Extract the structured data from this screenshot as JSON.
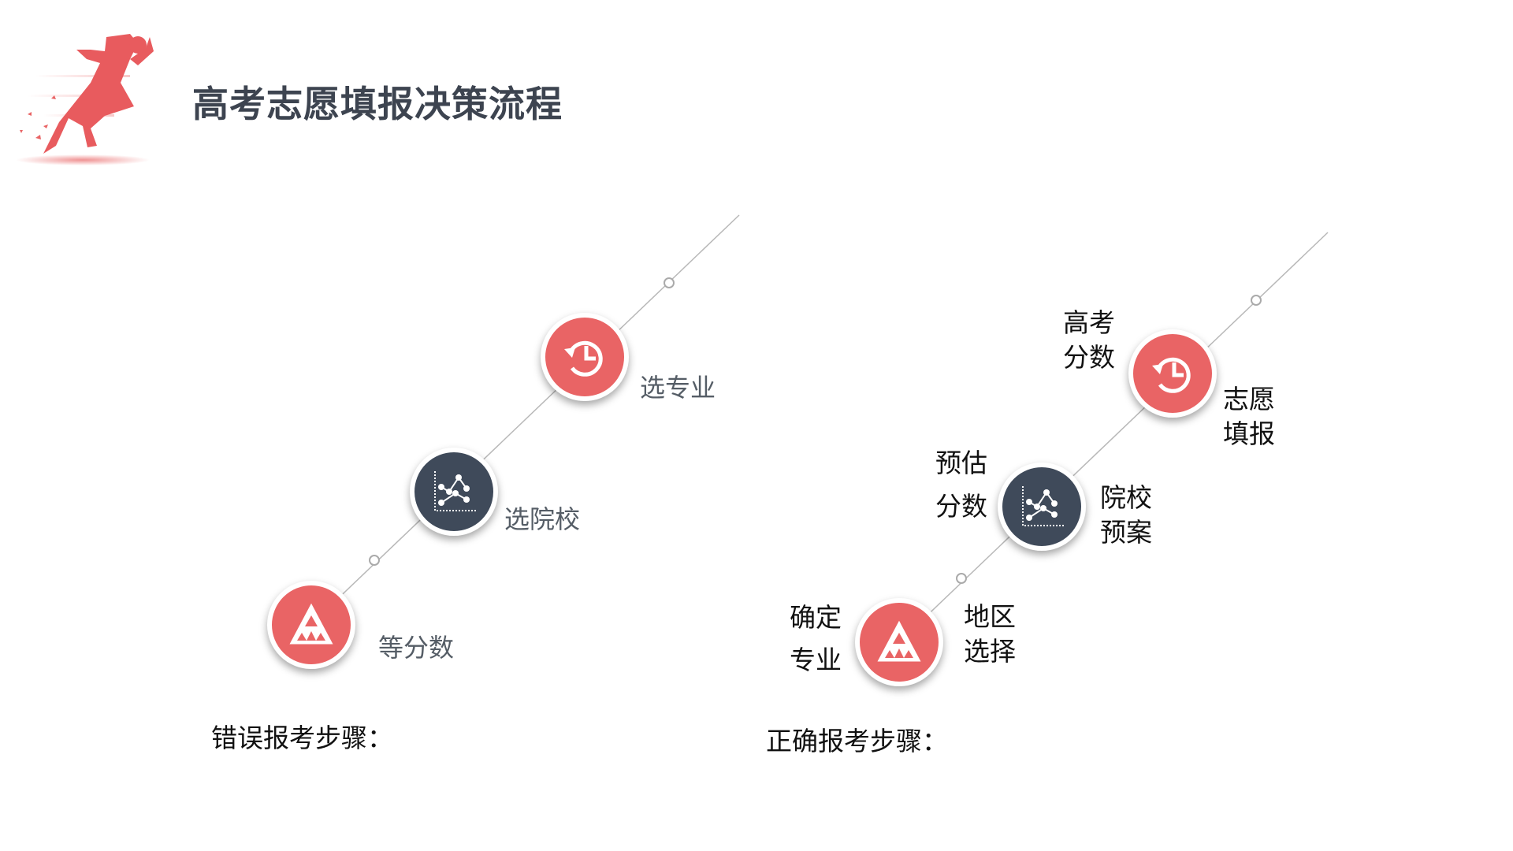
{
  "title": "高考志愿填报决策流程",
  "colors": {
    "accent": "#e96465",
    "dark": "#3f4a5a",
    "title": "#3d4450"
  },
  "wrong": {
    "caption": "错误报考步骤：",
    "steps": [
      {
        "label": "选专业",
        "icon": "clock-history-icon"
      },
      {
        "label": "选院校",
        "icon": "line-chart-icon"
      },
      {
        "label": "等分数",
        "icon": "triangle-icon"
      }
    ]
  },
  "right": {
    "caption": "正确报考步骤：",
    "steps": [
      {
        "left": [
          "高考",
          "分数"
        ],
        "right": [
          "志愿",
          "填报"
        ],
        "icon": "clock-history-icon"
      },
      {
        "left": [
          "预估",
          "分数"
        ],
        "right": [
          "院校",
          "预案"
        ],
        "icon": "line-chart-icon"
      },
      {
        "left": [
          "确定",
          "专业"
        ],
        "right": [
          "地区",
          "选择"
        ],
        "icon": "triangle-icon"
      }
    ]
  }
}
